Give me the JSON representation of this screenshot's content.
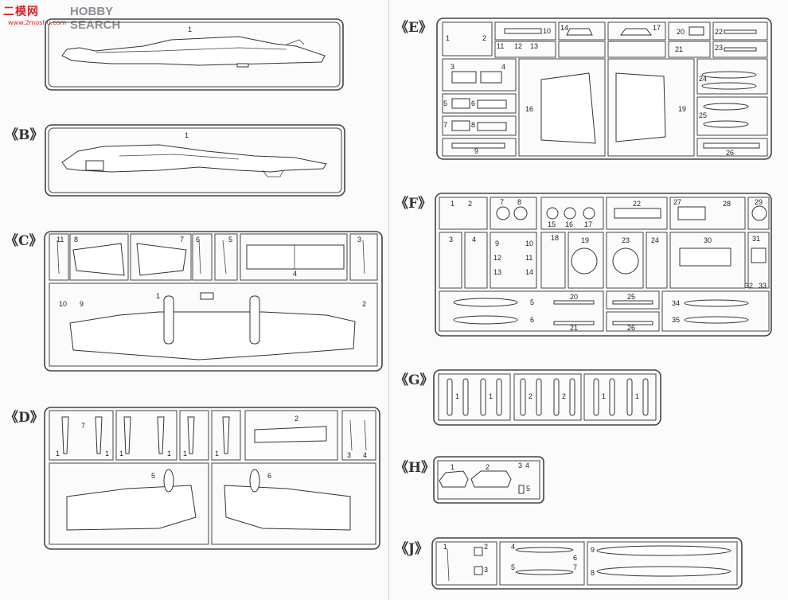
{
  "watermark": {
    "logo": "二模网",
    "text": "HOBBY SEARCH",
    "url": "www.2moshu.com"
  },
  "sprues": {
    "A": {
      "label": "",
      "parts": [
        "1"
      ]
    },
    "B": {
      "label": "《B》",
      "parts": [
        "1"
      ]
    },
    "C": {
      "label": "《C》",
      "parts": [
        "11",
        "8",
        "7",
        "6",
        "5",
        "4",
        "3",
        "1",
        "10",
        "9",
        "2"
      ]
    },
    "D": {
      "label": "《D》",
      "parts": [
        "7",
        "1",
        "1",
        "1",
        "1",
        "1",
        "1",
        "2",
        "3",
        "4",
        "5",
        "6"
      ]
    },
    "E": {
      "label": "《E》",
      "parts": [
        "1",
        "2",
        "10",
        "14",
        "17",
        "20",
        "22",
        "11",
        "12",
        "13",
        "21",
        "23",
        "3",
        "4",
        "24",
        "16",
        "19",
        "5",
        "6",
        "25",
        "7",
        "8",
        "9",
        "26"
      ]
    },
    "F": {
      "label": "《F》",
      "parts": [
        "1",
        "2",
        "7",
        "8",
        "15",
        "16",
        "17",
        "22",
        "27",
        "28",
        "29",
        "3",
        "4",
        "9",
        "10",
        "12",
        "11",
        "13",
        "14",
        "18",
        "19",
        "23",
        "24",
        "30",
        "31",
        "32",
        "33",
        "5",
        "6",
        "20",
        "21",
        "25",
        "26",
        "34",
        "35"
      ]
    },
    "G": {
      "label": "《G》",
      "parts": [
        "1",
        "1",
        "2",
        "2",
        "1",
        "1"
      ]
    },
    "H": {
      "label": "《H》",
      "parts": [
        "1",
        "2",
        "3",
        "4",
        "5"
      ]
    },
    "J": {
      "label": "《J》",
      "parts": [
        "1",
        "2",
        "3",
        "4",
        "5",
        "6",
        "7",
        "8",
        "9"
      ]
    }
  }
}
